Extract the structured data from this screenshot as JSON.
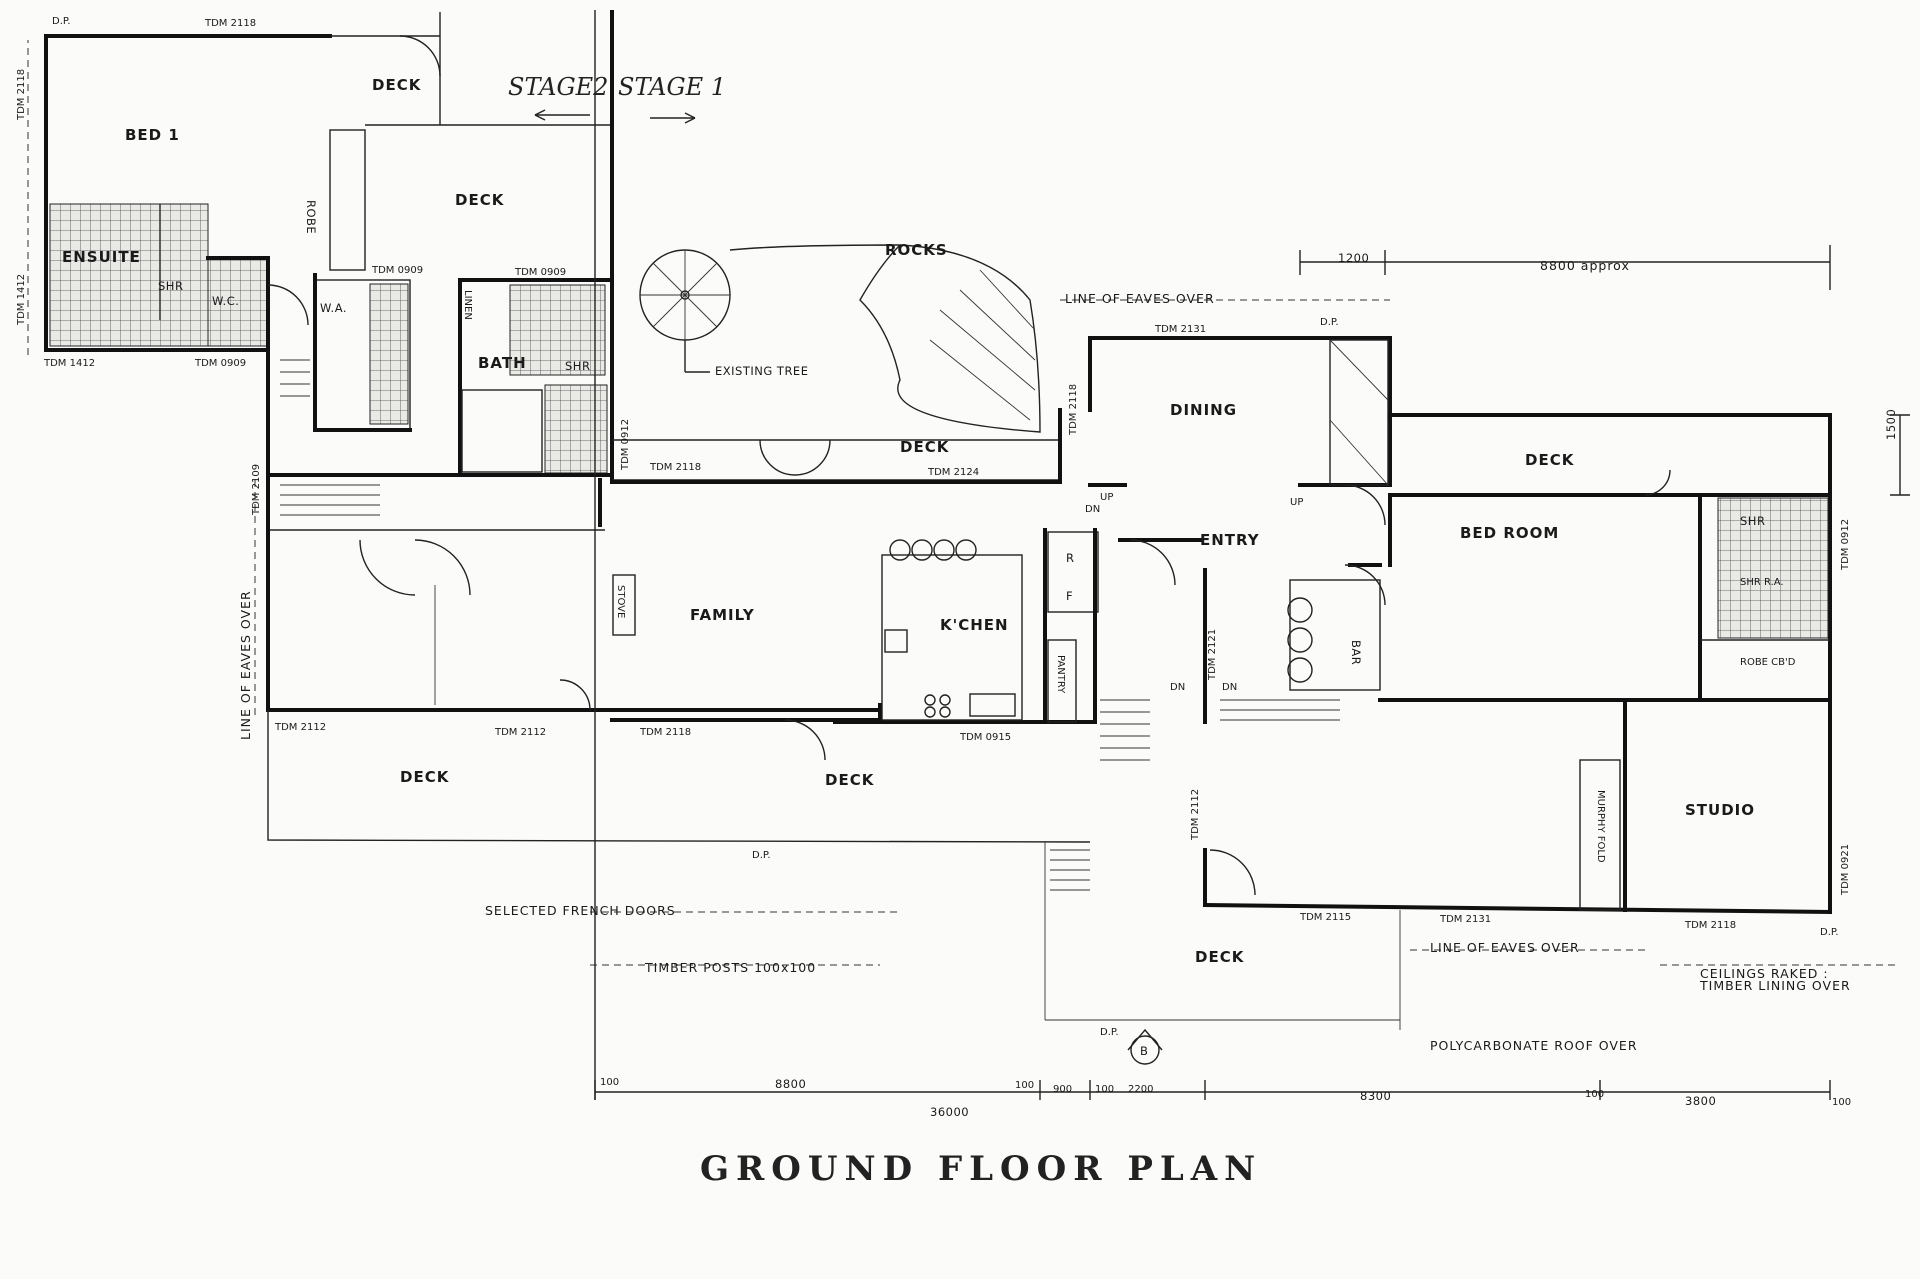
{
  "title": "GROUND FLOOR PLAN",
  "stages": {
    "stage2": "STAGE2",
    "stage1": "STAGE 1"
  },
  "rooms": {
    "bed1": "BED 1",
    "ensuite": "ENSUITE",
    "shr": "SHR",
    "wc": "W.C.",
    "robe": "ROBE",
    "deck_top_a": "DECK",
    "deck_top_b": "DECK",
    "wa": "W.A.",
    "bath": "BATH",
    "linen": "LINEN",
    "shr2": "SHR",
    "family": "FAMILY",
    "stove": "STOVE",
    "kitchen": "K'CHEN",
    "pantry": "PANTRY",
    "r": "R",
    "f": "F",
    "dining": "DINING",
    "entry": "ENTRY",
    "bar": "BAR",
    "deck_mid": "DECK",
    "deck_right": "DECK",
    "bedroom": "BED ROOM",
    "shr3": "SHR",
    "shr_ra": "SHR R.A.",
    "robe_cb": "ROBE CB'D",
    "studio": "STUDIO",
    "murphy": "MURPHY FOLD",
    "deck_left": "DECK",
    "deck_bottom_mid": "DECK",
    "deck_bottom": "DECK",
    "rocks": "ROCKS",
    "existing_tree": "EXISTING TREE"
  },
  "windows": {
    "w1": "TDM 2118",
    "w2": "TDM 2118",
    "w3": "TDM 1412",
    "w4": "TDM 1412",
    "w5": "TDM 0909",
    "w6": "TDM 0909",
    "w7": "TDM 0909",
    "w8": "TDM 0912",
    "w9": "TDM 2118",
    "w10": "TDM 2124",
    "w11": "TDM 2109",
    "w12": "TDM 2131",
    "w13": "TDM 2118",
    "w14": "TDM 0912",
    "w15": "TDM 2112",
    "w16": "TDM 2112",
    "w17": "TDM 2118",
    "w18": "TDM 0915",
    "w19": "TDM 2112",
    "w20": "TDM 2121",
    "w21": "TDM 2115",
    "w22": "TDM 2131",
    "w23": "TDM 2118",
    "w24": "TDM 0921"
  },
  "markers": {
    "dp": "D.P.",
    "up": "UP",
    "dn": "DN"
  },
  "notes": {
    "eaves_top": "LINE OF EAVES OVER",
    "eaves_left": "LINE OF EAVES OVER",
    "eaves_bottom": "LINE OF EAVES OVER",
    "french_doors": "SELECTED FRENCH DOORS",
    "timber_posts": "TIMBER POSTS 100x100",
    "ceilings_1": "CEILINGS RAKED :",
    "ceilings_2": "TIMBER LINING OVER",
    "polycarb": "POLYCARBONATE ROOF OVER",
    "section_marker": "B"
  },
  "dimensions": {
    "d1200": "1200",
    "d8800_approx": "8800 approx",
    "d1500": "1500",
    "d100_a": "100",
    "d8800": "8800",
    "d100_b": "100",
    "d900": "900",
    "d100_c": "100",
    "d2200": "2200",
    "d8300": "8300",
    "d100_d": "100",
    "d3800": "3800",
    "d100_e": "100",
    "d36000": "36000"
  }
}
